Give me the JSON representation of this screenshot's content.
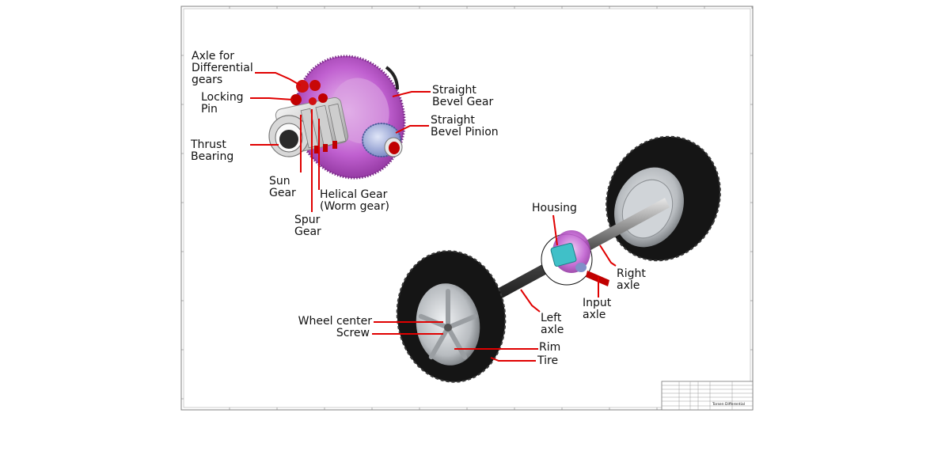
{
  "labels": {
    "axle_diff": "Axle for\nDifferential\ngears",
    "locking_pin": "Locking\nPin",
    "thrust_bearing": "Thrust\nBearing",
    "sun_gear": "Sun\nGear",
    "spur_gear": "Spur\nGear",
    "helical_gear": "Helical Gear\n(Worm gear)",
    "straight_bevel_gear": "Straight\nBevel Gear",
    "straight_bevel_pinion": "Straight\nBevel Pinion",
    "housing": "Housing",
    "right_axle": "Right\naxle",
    "input_axle": "Input\naxle",
    "left_axle": "Left\naxle",
    "wheel_center": "Wheel center",
    "screw": "Screw",
    "rim": "Rim",
    "tire": "Tire"
  },
  "title_block": {
    "drawing_title": "Torsen Differential"
  },
  "colors": {
    "leader": "#e00000",
    "bevel_gear": "#c060d0",
    "bevel_pinion": "#8090c8",
    "housing": "#40c0c8",
    "tire": "#151515",
    "rim": "#b8bcc0",
    "frame": "#808080"
  }
}
